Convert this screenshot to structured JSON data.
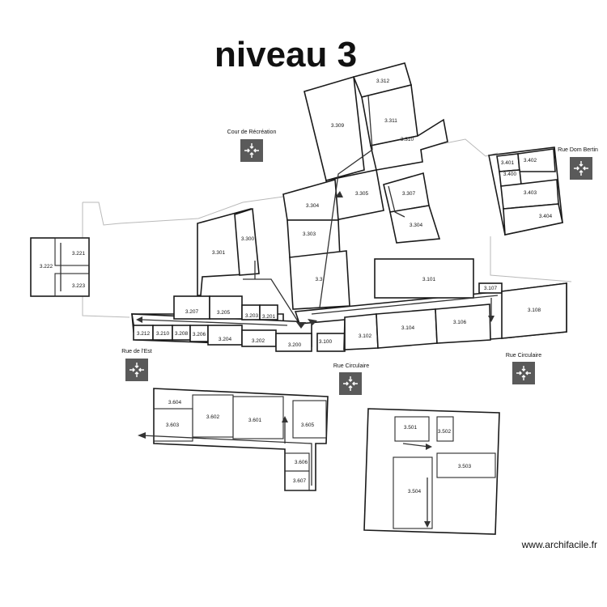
{
  "title": "niveau 3",
  "watermark": "www.archifacile.fr",
  "streets": {
    "cour": "Cour de Récréation",
    "dom_bertin": "Rue Dom Bertin",
    "est": "Rue de l'Est",
    "circulaire_1": "Rue Circulaire",
    "circulaire_2": "Rue Circulaire"
  },
  "rooms": {
    "r3312": "3.312",
    "r3311": "3.311",
    "r3310": "3.310",
    "r3309": "3.309",
    "r3305": "3.305",
    "r3307": "3.307",
    "r3304a": "3.304",
    "r3304b": "3.304",
    "r3303": "3.303",
    "r33x": "3.3",
    "r3401": "3.401",
    "r3402": "3.402",
    "r3400": "3.400",
    "r3403": "3.403",
    "r3404": "3.404",
    "r3301": "3.301",
    "r3300": "3.300",
    "r3221": "3.221",
    "r3222": "3.222",
    "r3223": "3.223",
    "r3101": "3.101",
    "r3107": "3.107",
    "r3108": "3.108",
    "r3207": "3.207",
    "r3205": "3.205",
    "r3203": "3.203",
    "r3201": "3.201",
    "r3212": "3.212",
    "r3210": "3.210",
    "r3208": "3.208",
    "r3206": "3.206",
    "r3204": "3.204",
    "r3202": "3.202",
    "r3200": "3.200",
    "r3100": "3.100",
    "r3102": "3.102",
    "r3104": "3.104",
    "r3106": "3.106",
    "r3604": "3.604",
    "r3603": "3.603",
    "r3602": "3.602",
    "r3601": "3.601",
    "r3605": "3.605",
    "r3606": "3.606",
    "r3607": "3.607",
    "r3501": "3.501",
    "r3502": "3.502",
    "r3503": "3.503",
    "r3504": "3.504"
  },
  "icons": {
    "assembly_point": "assembly-point-icon"
  }
}
